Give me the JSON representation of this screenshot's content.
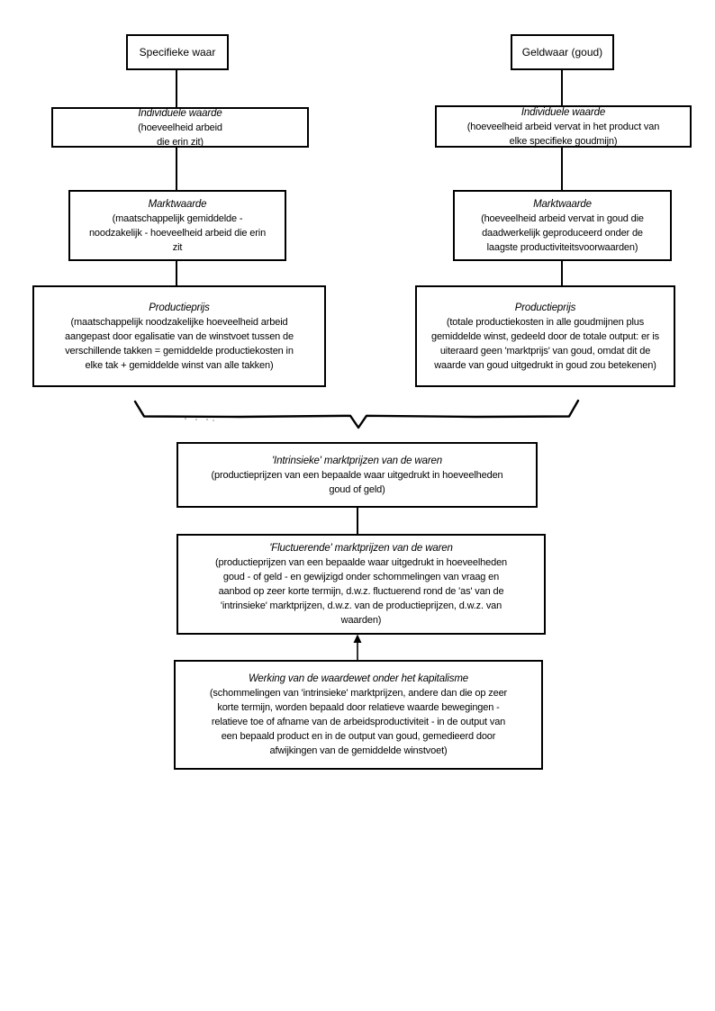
{
  "page": {
    "background_color": "#ffffff",
    "line_color": "#000000"
  },
  "glyphs": {
    "merge_brace": "hand-drawn horizontal curly brace joining the two columns",
    "up_arrow": "upward pointing arrow"
  },
  "diagram": {
    "left_column": {
      "header": {
        "label": "Specifieke waar"
      },
      "boxes": [
        {
          "title": "Individuele waarde",
          "body": [
            "(hoeveelheid arbeid",
            "die erin zit)"
          ]
        },
        {
          "title": "Marktwaarde",
          "body": [
            "(maatschappelijk gemiddelde -",
            "noodzakelijk - hoeveelheid arbeid die erin",
            "zit"
          ]
        },
        {
          "title": "Productieprijs",
          "body": [
            "(maatschappelijk noodzakelijke hoeveelheid arbeid",
            "aangepast door egalisatie van de winstvoet tussen de",
            "verschillende takken = gemiddelde productiekosten in",
            "elke tak + gemiddelde winst van alle takken)"
          ]
        }
      ]
    },
    "right_column": {
      "header": {
        "label": "Geldwaar (goud)"
      },
      "boxes": [
        {
          "title": "Individuele waarde",
          "body": [
            "(hoeveelheid arbeid vervat in het product van",
            "elke specifieke goudmijn)"
          ]
        },
        {
          "title": "Marktwaarde",
          "body": [
            "(hoeveelheid arbeid vervat in goud die",
            "daadwerkelijk geproduceerd onder de",
            "laagste productiviteitsvoorwaarden)"
          ]
        },
        {
          "title": "Productieprijs",
          "body": [
            "(totale productiekosten in alle goudmijnen plus",
            "gemiddelde winst, gedeeld door de totale output: er is",
            "uiteraard geen 'marktprijs' van goud, omdat dit de",
            "waarde van goud uitgedrukt in goud zou betekenen)"
          ]
        }
      ]
    },
    "merged": [
      {
        "title": "'Intrinsieke' marktprijzen van de waren",
        "body": [
          "(productieprijzen van een bepaalde waar uitgedrukt in hoeveelheden",
          "goud of geld)"
        ]
      },
      {
        "title": "'Fluctuerende' marktprijzen van de waren",
        "body": [
          "(productieprijzen van een bepaalde waar uitgedrukt in hoeveelheden",
          "goud - of geld - en gewijzigd onder schommelingen van vraag en",
          "aanbod op zeer korte termijn, d.w.z. fluctuerend rond de 'as' van de",
          "'intrinsieke' marktprijzen, d.w.z. van de productieprijzen, d.w.z. van",
          "waarden)"
        ]
      },
      {
        "title": "Werking van de waardewet onder het kapitalisme",
        "body": [
          "(schommelingen van 'intrinsieke' marktprijzen, andere dan die op zeer",
          "korte termijn, worden bepaald door relatieve waarde bewegingen -",
          "relatieve toe of afname van de arbeidsproductiviteit - in de output van",
          "een bepaald product en in de output van goud, gemedieerd door",
          "afwijkingen van de gemiddelde winstvoet)"
        ]
      }
    ]
  }
}
